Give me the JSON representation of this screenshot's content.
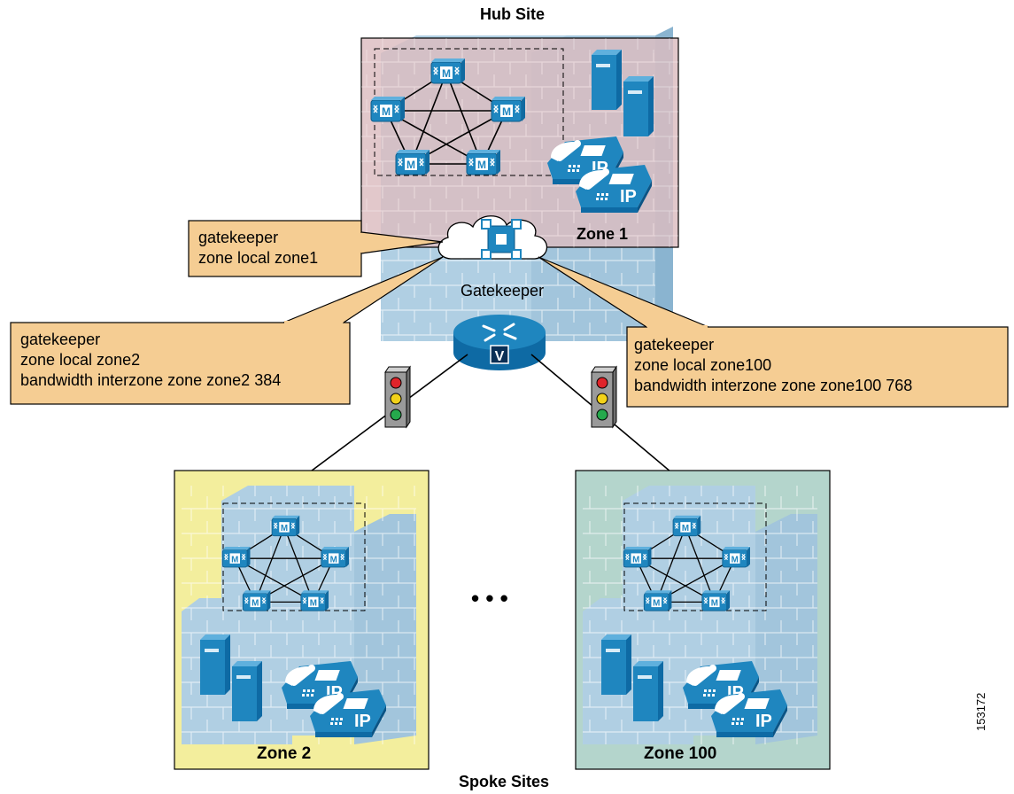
{
  "hub": {
    "title": "Hub Site",
    "zone_label": "Zone 1",
    "gatekeeper_label": "Gatekeeper"
  },
  "spokes": {
    "title": "Spoke Sites",
    "zone2_label": "Zone 2",
    "zone100_label": "Zone 100",
    "ellipsis": "• • •"
  },
  "callouts": {
    "zone1": {
      "lines": [
        "gatekeeper",
        "zone local zone1"
      ]
    },
    "zone2": {
      "lines": [
        "gatekeeper",
        "zone local zone2",
        "bandwidth interzone zone zone2 384"
      ]
    },
    "zone100": {
      "lines": [
        "gatekeeper",
        "zone local zone100",
        "bandwidth interzone zone zone100 768"
      ]
    }
  },
  "device_glyphs": {
    "call_manager": "M",
    "ip_phone": "IP",
    "router": "V"
  },
  "figure_id": "153172",
  "colors": {
    "hub_zone_fill": "#dcbcbf",
    "zone2_fill": "#f3ee9d",
    "zone100_fill": "#b4d5cc",
    "building": "#b0cfe3",
    "callout_fill": "#f5cd93",
    "device_blue": "#1f86bf"
  }
}
